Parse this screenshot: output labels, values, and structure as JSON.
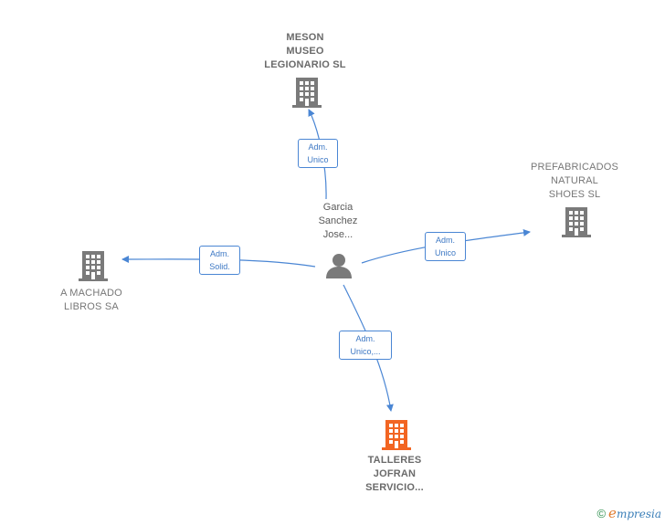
{
  "nodes": {
    "center": {
      "label": "Garcia\nSanchez\nJose..."
    },
    "top": {
      "label": "MESON\nMUSEO\nLEGIONARIO SL"
    },
    "right": {
      "label": "PREFABRICADOS\nNATURAL\nSHOES  SL"
    },
    "left": {
      "label": "A MACHADO\nLIBROS SA"
    },
    "bottom": {
      "label": "TALLERES\nJOFRAN\nSERVICIO..."
    }
  },
  "edges": {
    "top": "Adm.\nUnico",
    "right": "Adm.\nUnico",
    "left": "Adm.\nSolid.",
    "bottom": "Adm.\nUnico,..."
  },
  "colors": {
    "edge": "#4a86d4",
    "building": "#7a7a7a",
    "building_highlight": "#f26522",
    "person": "#7a7a7a"
  },
  "footer": {
    "copyright": "©",
    "brand_initial": "e",
    "brand_rest": "mpresia"
  }
}
